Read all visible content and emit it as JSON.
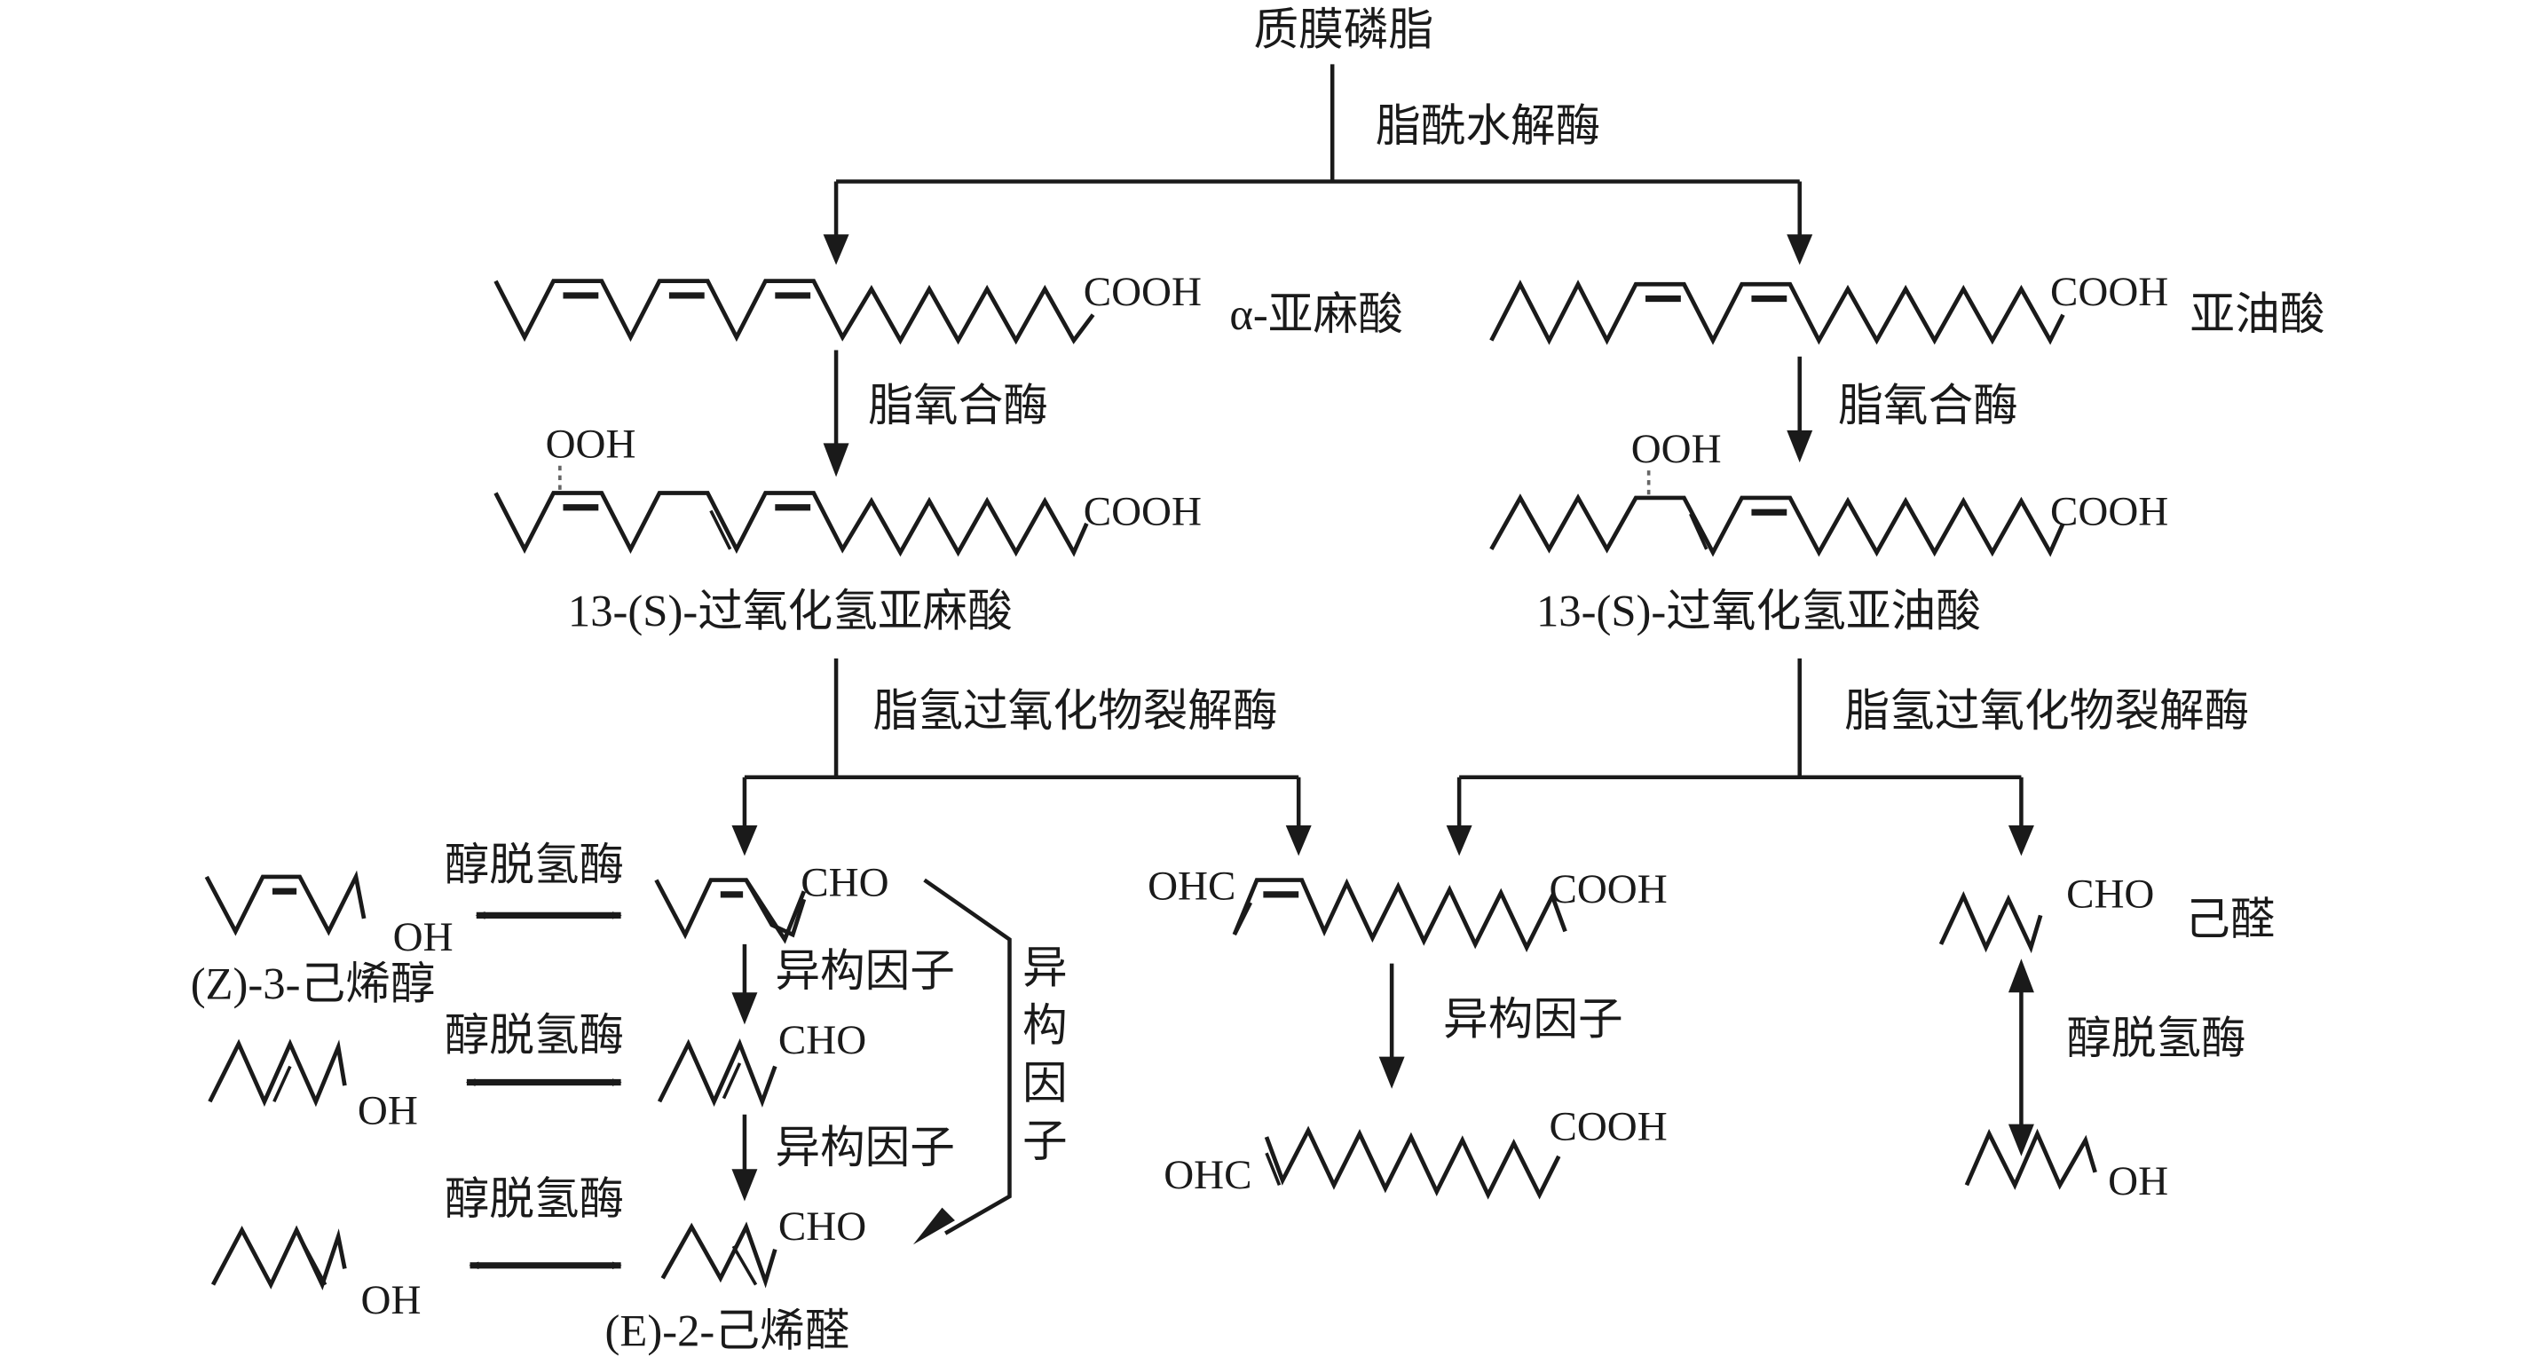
{
  "diagram": {
    "title": "质膜磷脂",
    "enzymes": {
      "lipid_acyl_hydrolase": "脂酰水解酶",
      "lipoxygenase_left": "脂氧合酶",
      "lipoxygenase_right": "脂氧合酶",
      "hpl_left": "脂氢过氧化物裂解酶",
      "hpl_right": "脂氢过氧化物裂解酶",
      "adh_1": "醇脱氢酶",
      "adh_2": "醇脱氢酶",
      "adh_3": "醇脱氢酶",
      "adh_right": "醇脱氢酶",
      "isomerase_1": "异构因子",
      "isomerase_2": "异构因子",
      "isomerase_mid": "异构因子",
      "isomerase_vertical": [
        "异",
        "构",
        "因",
        "子"
      ]
    },
    "compounds": {
      "alpha_linolenic": {
        "group": "COOH",
        "name": "α-亚麻酸"
      },
      "linoleic": {
        "group": "COOH",
        "name": "亚油酸"
      },
      "hpot": {
        "substituent": "OOH",
        "group": "COOH",
        "name": "13-(S)-过氧化氢亚麻酸"
      },
      "hpod": {
        "substituent": "OOH",
        "group": "COOH",
        "name": "13-(S)-过氧化氢亚油酸"
      },
      "z3_hexenal": {
        "group": "CHO"
      },
      "z3_hexenol": {
        "group": "OH",
        "name": "(Z)-3-己烯醇"
      },
      "e3_hexenal": {
        "group": "CHO"
      },
      "e3_hexenol": {
        "group": "OH"
      },
      "e2_hexenal": {
        "group": "CHO",
        "name": "(E)-2-己烯醛"
      },
      "e2_hexenol": {
        "group": "OH"
      },
      "oxo_acid_z": {
        "left_group": "OHC",
        "group": "COOH"
      },
      "oxo_acid_e": {
        "left_group": "OHC",
        "group": "COOH"
      },
      "hexanal": {
        "group": "CHO",
        "name": "己醛"
      },
      "hexanol": {
        "group": "OH"
      }
    }
  }
}
